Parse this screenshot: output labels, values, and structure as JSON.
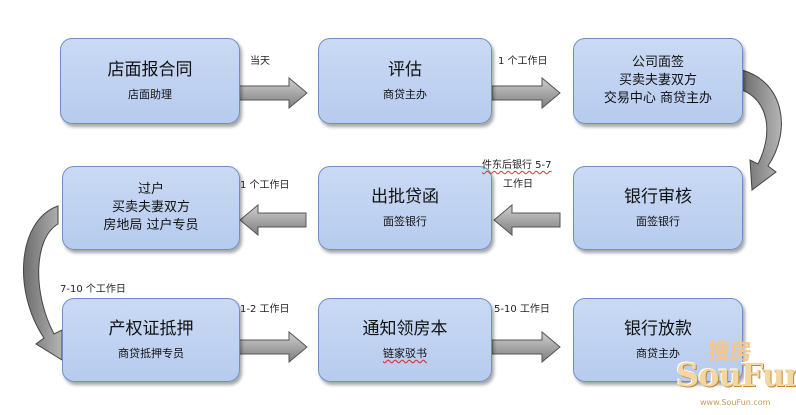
{
  "colors": {
    "box_fill": "#c3d5f2",
    "box_border": "#6e8fc6",
    "arrow_fill": "#9a9a9a"
  },
  "boxes": {
    "b1": {
      "title": "店面报合同",
      "sub": "店面助理"
    },
    "b2": {
      "title": "评估",
      "sub": "商贷主办"
    },
    "b3": {
      "line1": "公司面签",
      "line2": "买卖夫妻双方",
      "line3": "交易中心 商贷主办"
    },
    "b4": {
      "title": "银行审核",
      "sub": "面签银行"
    },
    "b5": {
      "title": "出批贷函",
      "sub": "面签银行"
    },
    "b6": {
      "line1": "过户",
      "line2": "买卖夫妻双方",
      "line3": "房地局 过户专员"
    },
    "b7": {
      "title": "产权证抵押",
      "sub": "商贷抵押专员"
    },
    "b8": {
      "title": "通知领房本",
      "sub": "链家驳书"
    },
    "b9": {
      "title": "银行放款",
      "sub": "商贷主办"
    }
  },
  "labels": {
    "l_same_day": "当天",
    "l_1day_a": "1 个工作日",
    "l_after_send_1": "件东后银行 5-7",
    "l_after_send_2": "工作日",
    "l_1day_b": "1 个工作日",
    "l_7_10": "7-10 个工作日",
    "l_1_2": "1-2 工作日",
    "l_5_10": "5-10 工作日"
  },
  "watermark": {
    "brand_cn": "搜房",
    "brand_en": "SouFun",
    "url": "www.SouFun.com"
  }
}
